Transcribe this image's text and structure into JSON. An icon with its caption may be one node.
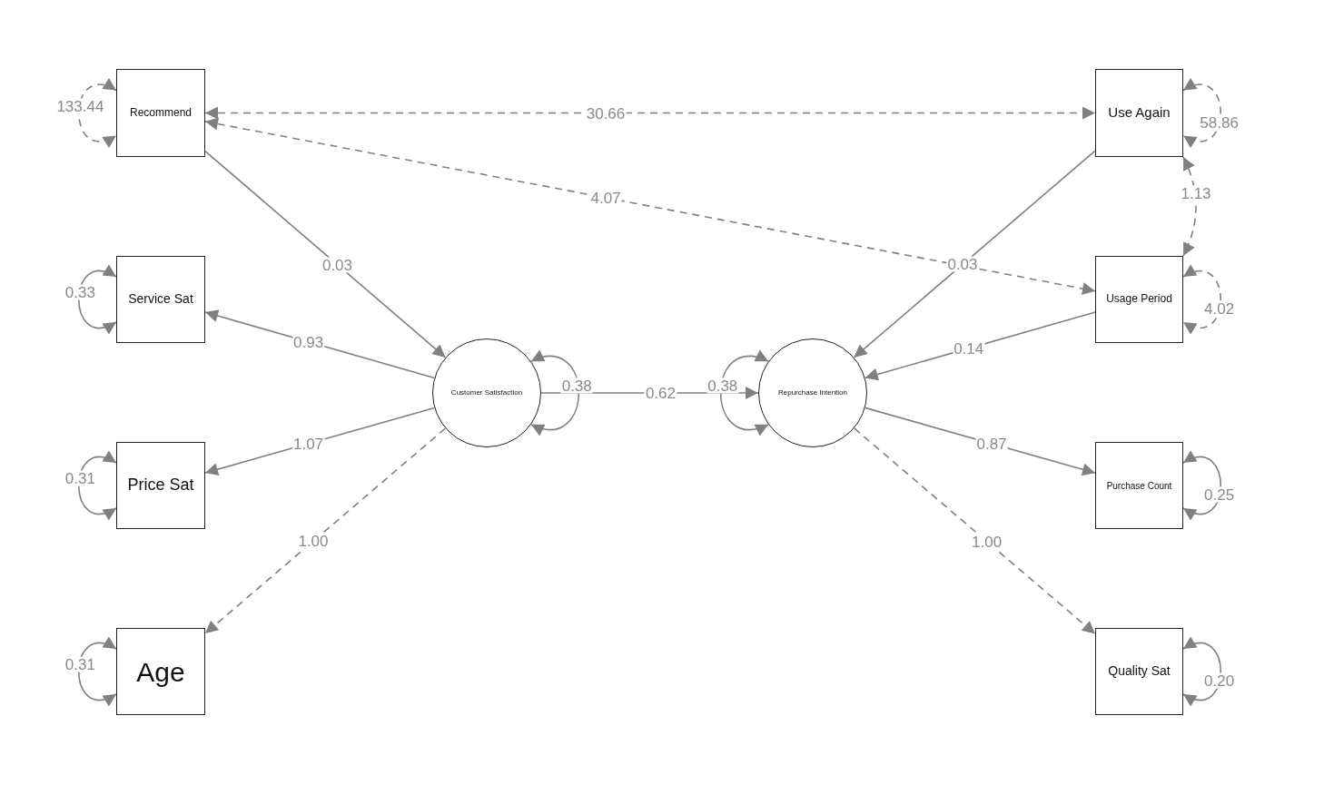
{
  "diagram": {
    "nodes": [
      {
        "text": [
          "Recommend"
        ]
      },
      {
        "text": [
          "Service Sat"
        ]
      },
      {
        "text": [
          "Price Sat"
        ]
      },
      {
        "text": [
          "Age"
        ]
      },
      {
        "text": [
          "Customer Satisfaction"
        ]
      },
      {
        "text": [
          "Repurchase Intention"
        ]
      },
      {
        "text": [
          "Use Again"
        ]
      },
      {
        "text": [
          "Usage Period"
        ]
      },
      {
        "text": [
          "Purchase Count"
        ]
      },
      {
        "text": [
          "Quality Sat"
        ]
      }
    ],
    "edges": [
      {
        "from": 0,
        "to": 4,
        "arrow": "to",
        "label": "0.03"
      },
      {
        "from": 4,
        "to": 1,
        "arrow": "to",
        "label": "0.93"
      },
      {
        "from": 4,
        "to": 2,
        "arrow": "to",
        "label": "1.07"
      },
      {
        "from": 4,
        "to": 3,
        "arrow": "to",
        "label": "1.00",
        "style": "dashed"
      },
      {
        "from": 4,
        "to": 5,
        "arrow": "to",
        "label": "0.62"
      },
      {
        "from": 6,
        "to": 5,
        "arrow": "to",
        "label": "0.03"
      },
      {
        "from": 7,
        "to": 5,
        "arrow": "to",
        "label": "0.14"
      },
      {
        "from": 5,
        "to": 8,
        "arrow": "to",
        "label": "0.87"
      },
      {
        "from": 5,
        "to": 9,
        "arrow": "to",
        "label": "1.00",
        "style": "dashed"
      },
      {
        "from": 0,
        "to": 6,
        "arrow": "both",
        "label": "30.66",
        "style": "dashed"
      },
      {
        "from": 0,
        "to": 7,
        "arrow": "both",
        "label": "4.07",
        "style": "dashed"
      },
      {
        "from": 6,
        "to": 7,
        "arrow": "both",
        "label": "1.13",
        "style": "dashed"
      },
      {
        "from": 0,
        "to": 0,
        "arrow": "both",
        "label": "133.44",
        "style": "dashed"
      },
      {
        "from": 1,
        "to": 1,
        "arrow": "both",
        "label": "0.33"
      },
      {
        "from": 2,
        "to": 2,
        "arrow": "both",
        "label": "0.31"
      },
      {
        "from": 3,
        "to": 3,
        "arrow": "both",
        "label": "0.31"
      },
      {
        "from": 4,
        "to": 4,
        "arrow": "both",
        "label": "0.38"
      },
      {
        "from": 5,
        "to": 5,
        "arrow": "both",
        "label": "0.38"
      },
      {
        "from": 6,
        "to": 6,
        "arrow": "both",
        "label": "58.86",
        "style": "dashed"
      },
      {
        "from": 7,
        "to": 7,
        "arrow": "both",
        "label": "4.02",
        "style": "dashed"
      },
      {
        "from": 8,
        "to": 8,
        "arrow": "both",
        "label": "0.25"
      },
      {
        "from": 9,
        "to": 9,
        "arrow": "both",
        "label": "0.20"
      }
    ]
  }
}
